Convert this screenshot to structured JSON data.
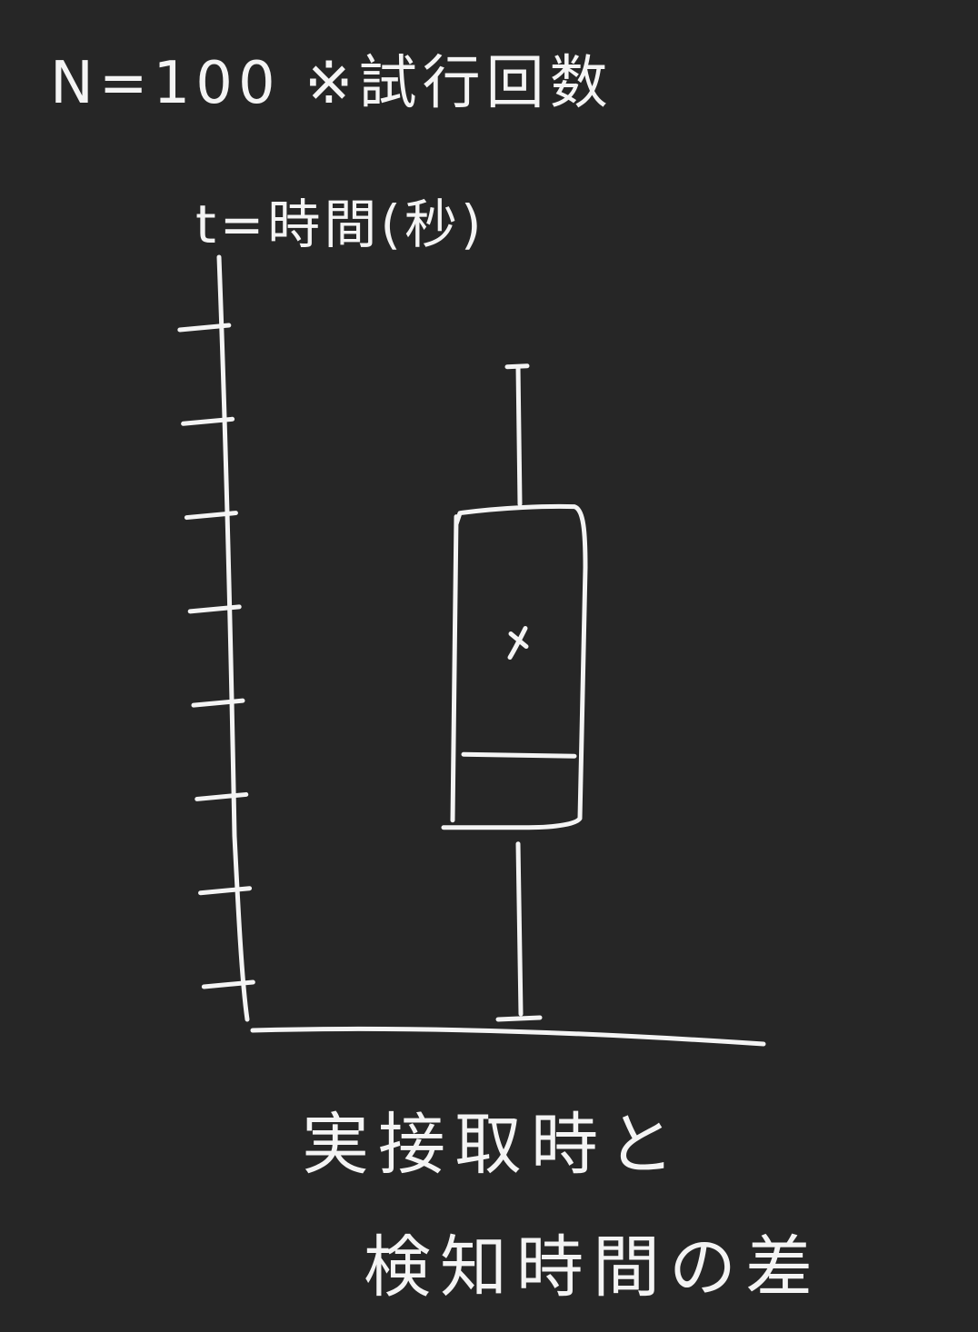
{
  "note": "N=100 ※試行回数",
  "chart_data": {
    "type": "box",
    "ylabel": "t=時間(秒)",
    "xlabel_lines": [
      "実接取時と",
      "検知時間の差"
    ],
    "yticks": 8,
    "box": {
      "whisker_low": 0.1,
      "q1": 2.7,
      "median": 3.7,
      "q3": 7.0,
      "whisker_high": 9.0,
      "mean": 5.2
    },
    "ylim": [
      0,
      10.5
    ]
  },
  "colors": {
    "background": "#262626",
    "ink": "#f4f4f4"
  }
}
